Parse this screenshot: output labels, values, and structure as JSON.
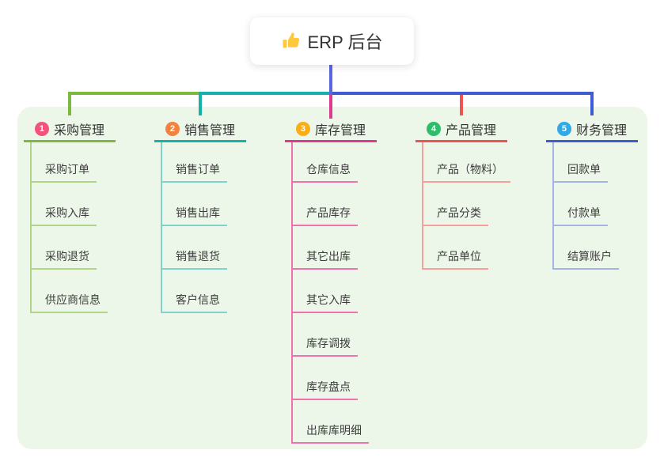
{
  "root": {
    "label": "ERP 后台",
    "icon": "thumbs-up-icon",
    "icon_color": "#FFC83D"
  },
  "canvas": {
    "panel_color": "#EDF7E9",
    "root_line_color": "#5A67DE",
    "text_color": "#333333"
  },
  "branches": [
    {
      "badge": "1",
      "label": "采购管理",
      "badge_color": "#F3537B",
      "line_color": "#7CB93E",
      "child_line_color": "#AFD687",
      "children": [
        "采购订单",
        "采购入库",
        "采购退货",
        "供应商信息"
      ]
    },
    {
      "badge": "2",
      "label": "销售管理",
      "badge_color": "#F5823C",
      "line_color": "#13B3AB",
      "child_line_color": "#82D2CC",
      "children": [
        "销售订单",
        "销售出库",
        "销售退货",
        "客户信息"
      ]
    },
    {
      "badge": "3",
      "label": "库存管理",
      "badge_color": "#FBAD16",
      "line_color": "#DC3B90",
      "child_line_color": "#EF72AE",
      "children": [
        "仓库信息",
        "产品库存",
        "其它出库",
        "其它入库",
        "库存调拨",
        "库存盘点",
        "出库库明细"
      ]
    },
    {
      "badge": "4",
      "label": "产品管理",
      "badge_color": "#2EBE6A",
      "line_color": "#F05352",
      "child_line_color": "#F5A09B",
      "children": [
        "产品（物料）",
        "产品分类",
        "产品单位"
      ]
    },
    {
      "badge": "5",
      "label": "财务管理",
      "badge_color": "#31A9E5",
      "line_color": "#3E5BD4",
      "child_line_color": "#A3B4DF",
      "children": [
        "回款单",
        "付款单",
        "结算账户"
      ]
    }
  ]
}
